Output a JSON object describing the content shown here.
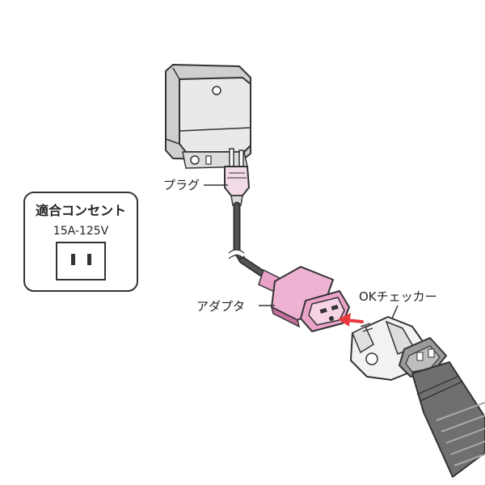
{
  "outlet_box": {
    "title": "適合コンセント",
    "rating": "15A-125V"
  },
  "labels": {
    "plug": "プラグ",
    "adapter": "アダプタ",
    "ok_checker": "OKチェッカー"
  },
  "colors": {
    "adapter": "#e9a3c9",
    "adapter_dark": "#c46f9e",
    "plug": "#e6b7d0",
    "arrow": "#e8393d",
    "device_body": "#e4e4e4"
  }
}
